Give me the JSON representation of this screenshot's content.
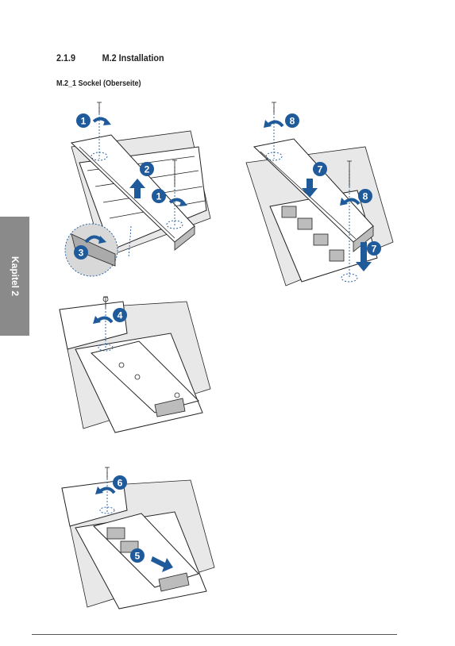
{
  "section": {
    "number": "2.1.9",
    "title": "M.2 Installation"
  },
  "subtitle": "M.2_1 Sockel (Oberseite)",
  "side_tab": "Kapitel 2",
  "steps": {
    "s1": "1",
    "s2": "2",
    "s3": "3",
    "s4": "4",
    "s5": "5",
    "s6": "6",
    "s7": "7",
    "s8": "8"
  },
  "colors": {
    "accent": "#1f5a9b",
    "tab": "#8a8a8a"
  }
}
